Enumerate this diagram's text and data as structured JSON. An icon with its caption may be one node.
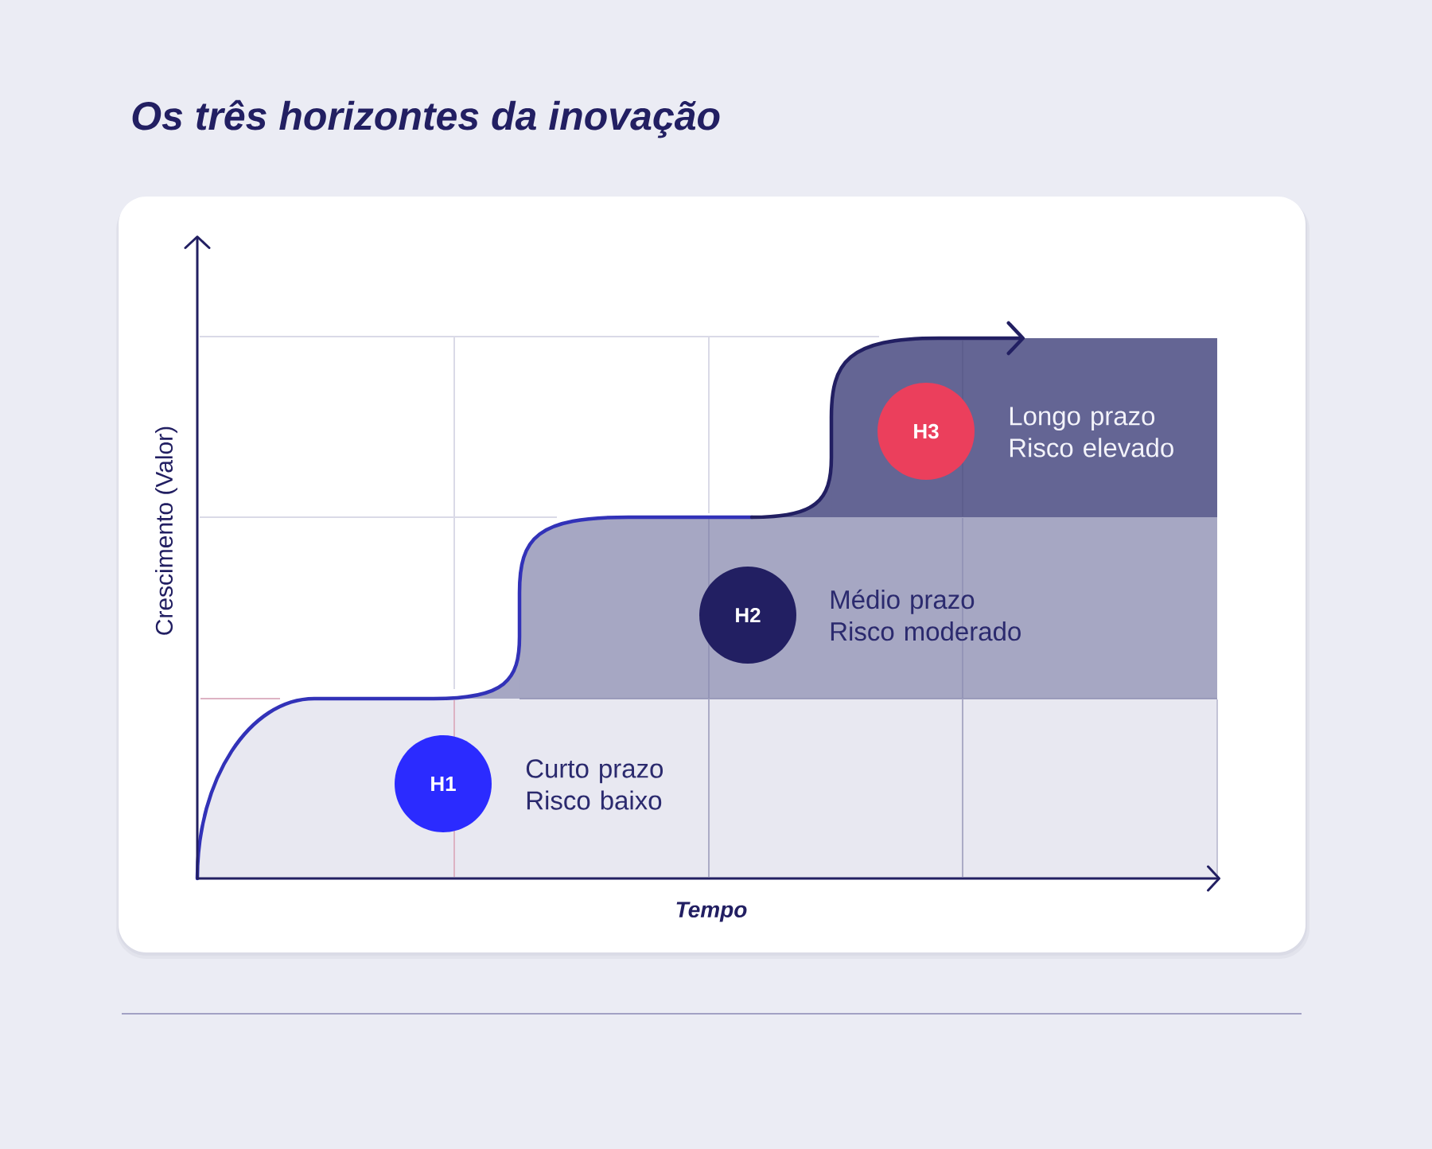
{
  "diagram": {
    "title": "Os três horizontes da inovação",
    "nodes": [
      {
        "text": [
          "H1"
        ],
        "beside": [
          "Curto prazo Risco baixo"
        ]
      },
      {
        "text": [
          "H2"
        ],
        "beside": [
          "Médio prazo Risco moderado"
        ]
      },
      {
        "text": [
          "H3"
        ],
        "beside": [
          "Longo prazo Risco elevado"
        ]
      }
    ],
    "labels": [
      "Crescimento (Valor)",
      "Tempo"
    ]
  }
}
